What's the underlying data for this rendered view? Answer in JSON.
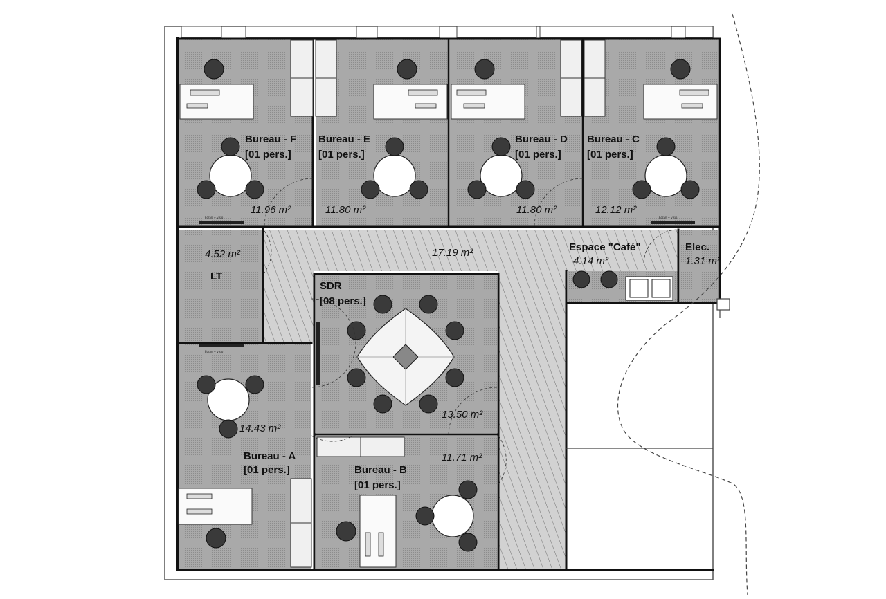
{
  "plan": {
    "rooms": [
      {
        "id": "F",
        "name": "Bureau - F",
        "capacity": "[01 pers.]",
        "area": "11.96 m²"
      },
      {
        "id": "E",
        "name": "Bureau - E",
        "capacity": "[01 pers.]",
        "area": "11.80 m²"
      },
      {
        "id": "D",
        "name": "Bureau - D",
        "capacity": "[01 pers.]",
        "area": "11.80 m²"
      },
      {
        "id": "C",
        "name": "Bureau - C",
        "capacity": "[01 pers.]",
        "area": "12.12 m²"
      },
      {
        "id": "LT",
        "name": "LT",
        "area": "4.52 m²"
      },
      {
        "id": "corridor",
        "area": "17.19 m²"
      },
      {
        "id": "cafe",
        "name": "Espace \"Café\"",
        "area": "4.14 m²"
      },
      {
        "id": "elec",
        "name": "Elec.",
        "area": "1.31 m²"
      },
      {
        "id": "SDR",
        "name": "SDR",
        "capacity": "[08 pers.]",
        "area": "13.50 m²"
      },
      {
        "id": "A",
        "name": "Bureau - A",
        "capacity": "[01 pers.]",
        "area": "14.43 m²"
      },
      {
        "id": "B",
        "name": "Bureau - B",
        "capacity": "[01 pers.]",
        "area": "11.71 m²"
      }
    ],
    "screen_label": "Ecran + visio"
  },
  "colors": {
    "floor": "#a8a8a8",
    "wall": "#111111",
    "corridor": "#b8b8b8",
    "furniture": "#ffffff",
    "chair": "#3a3a3a"
  }
}
